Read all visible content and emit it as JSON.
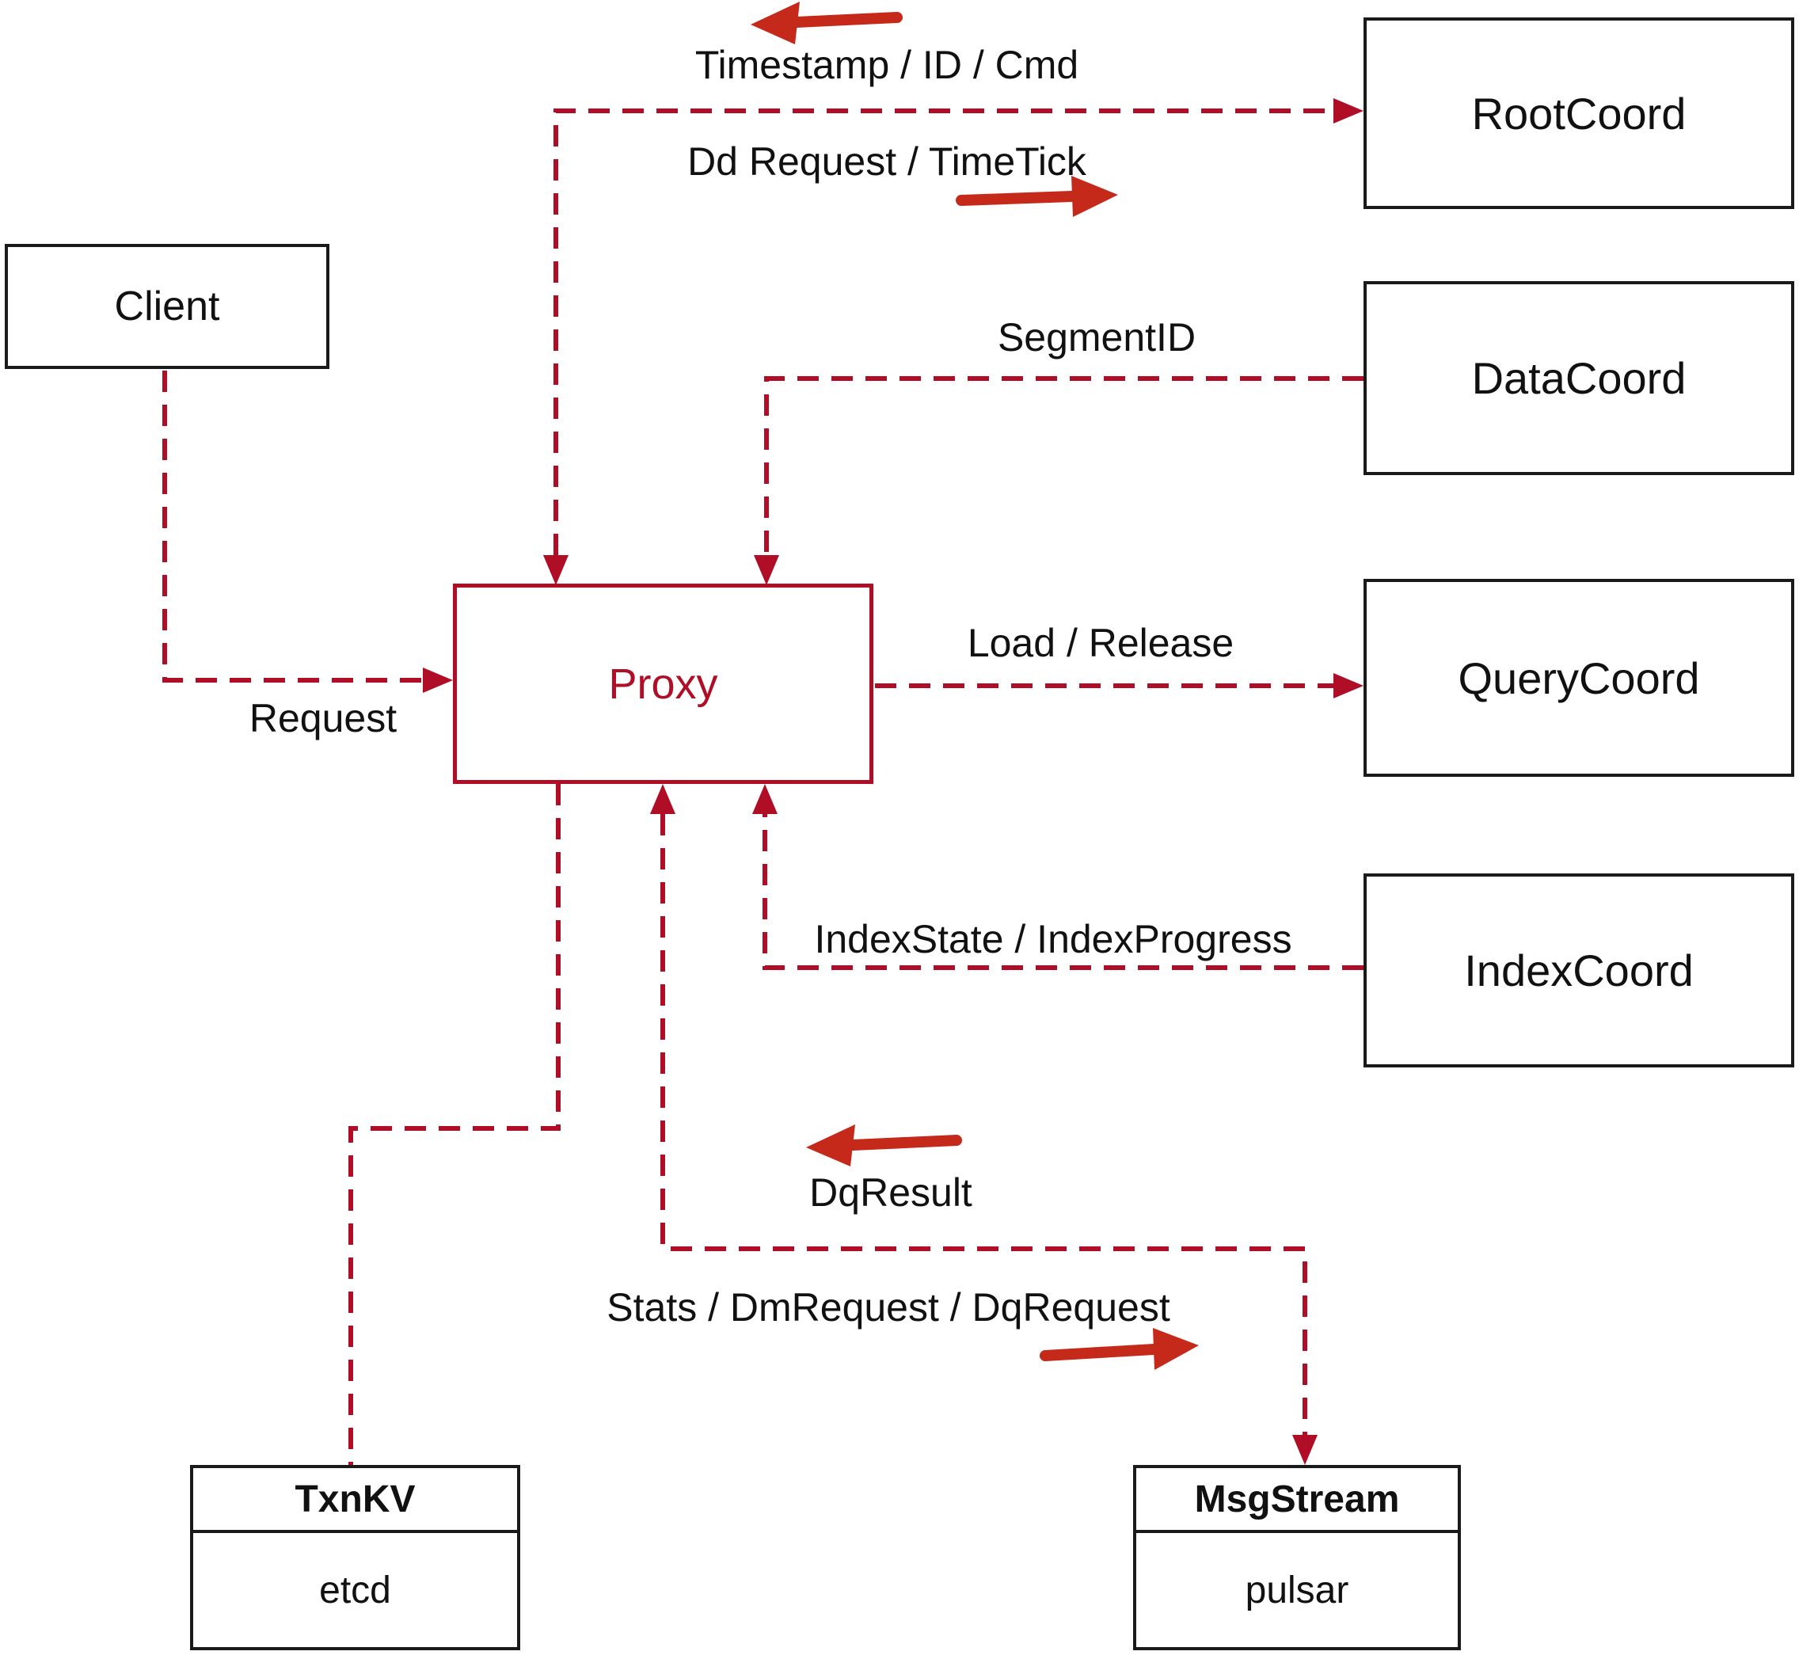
{
  "nodes": {
    "client": {
      "label": "Client"
    },
    "root_coord": {
      "label": "RootCoord"
    },
    "data_coord": {
      "label": "DataCoord"
    },
    "query_coord": {
      "label": "QueryCoord"
    },
    "index_coord": {
      "label": "IndexCoord"
    },
    "proxy": {
      "label": "Proxy"
    },
    "txn_kv": {
      "title": "TxnKV",
      "impl": "etcd"
    },
    "msg_stream": {
      "title": "MsgStream",
      "impl": "pulsar"
    }
  },
  "edges": {
    "timestamp": {
      "label": "Timestamp / ID / Cmd"
    },
    "dd_request": {
      "label": "Dd Request / TimeTick"
    },
    "segment_id": {
      "label": "SegmentID"
    },
    "load_release": {
      "label": "Load / Release"
    },
    "request": {
      "label": "Request"
    },
    "index_state": {
      "label": "IndexState / IndexProgress"
    },
    "dq_result": {
      "label": "DqResult"
    },
    "stats": {
      "label": "Stats / DmRequest / DqRequest"
    }
  },
  "colors": {
    "dashed_wire": "#b00d26",
    "freehand_arrow": "#c5291a",
    "box_border": "#1a1a1a",
    "proxy_accent": "#b00d26",
    "text": "#111111",
    "background": "#ffffff"
  }
}
